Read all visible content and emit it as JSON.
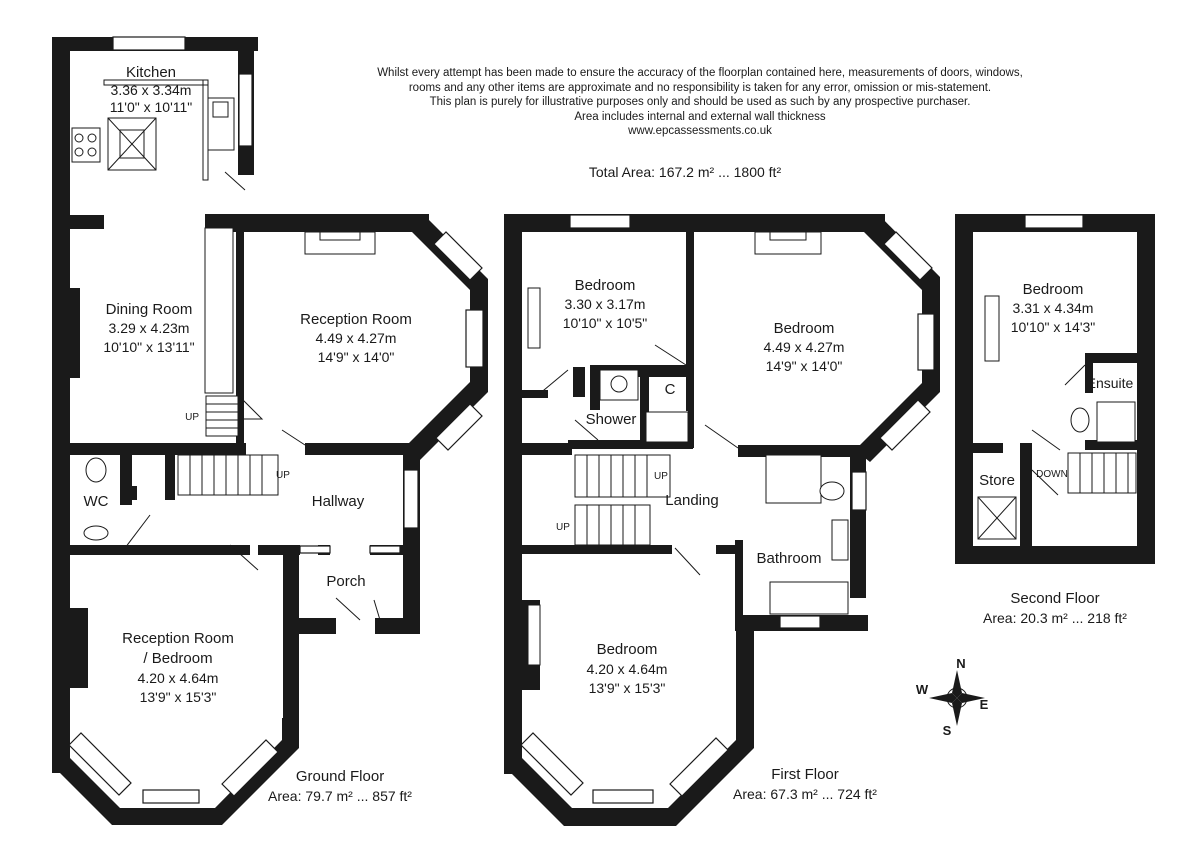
{
  "disclaimer": {
    "line1": "Whilst every attempt has been made to ensure the accuracy of the floorplan contained here, measurements of doors, windows,",
    "line2": "rooms and any other items are approximate and no responsibility is taken for any error, omission or mis-statement.",
    "line3": "This plan is purely for illustrative purposes only and should be used as such by any prospective purchaser.",
    "line4": "Area includes internal and external wall thickness",
    "line5": "www.epcassessments.co.uk"
  },
  "total_area": "Total Area: 167.2 m² ... 1800 ft²",
  "ground_floor": {
    "title": "Ground Floor",
    "area": "Area: 79.7 m² ... 857 ft²",
    "kitchen": {
      "name": "Kitchen",
      "metric": "3.36 x 3.34m",
      "imperial": "11'0\" x 10'11\""
    },
    "dining": {
      "name": "Dining Room",
      "metric": "3.29 x 4.23m",
      "imperial": "10'10\" x 13'11\""
    },
    "reception": {
      "name": "Reception Room",
      "metric": "4.49 x 4.27m",
      "imperial": "14'9\" x 14'0\""
    },
    "wc": {
      "name": "WC"
    },
    "hallway": {
      "name": "Hallway"
    },
    "porch": {
      "name": "Porch"
    },
    "front_room": {
      "name_line1": "Reception Room",
      "name_line2": "/ Bedroom",
      "metric": "4.20 x 4.64m",
      "imperial": "13'9\" x 15'3\""
    },
    "up1": "UP",
    "up2": "UP"
  },
  "first_floor": {
    "title": "First Floor",
    "area": "Area: 67.3 m² ... 724 ft²",
    "bedroom_rear_left": {
      "name": "Bedroom",
      "metric": "3.30 x 3.17m",
      "imperial": "10'10\" x 10'5\""
    },
    "bedroom_rear_right": {
      "name": "Bedroom",
      "metric": "4.49 x 4.27m",
      "imperial": "14'9\" x 14'0\""
    },
    "cupboard": "C",
    "shower": "Shower",
    "landing": "Landing",
    "bathroom": "Bathroom",
    "bedroom_front": {
      "name": "Bedroom",
      "metric": "4.20 x 4.64m",
      "imperial": "13'9\" x 15'3\""
    },
    "up1": "UP",
    "up2": "UP"
  },
  "second_floor": {
    "title": "Second Floor",
    "area": "Area: 20.3 m² ... 218 ft²",
    "bedroom": {
      "name": "Bedroom",
      "metric": "3.31 x 4.34m",
      "imperial": "10'10\" x 14'3\""
    },
    "ensuite": "Ensuite",
    "store": "Store",
    "down": "DOWN"
  },
  "compass": {
    "n": "N",
    "e": "E",
    "s": "S",
    "w": "W"
  }
}
